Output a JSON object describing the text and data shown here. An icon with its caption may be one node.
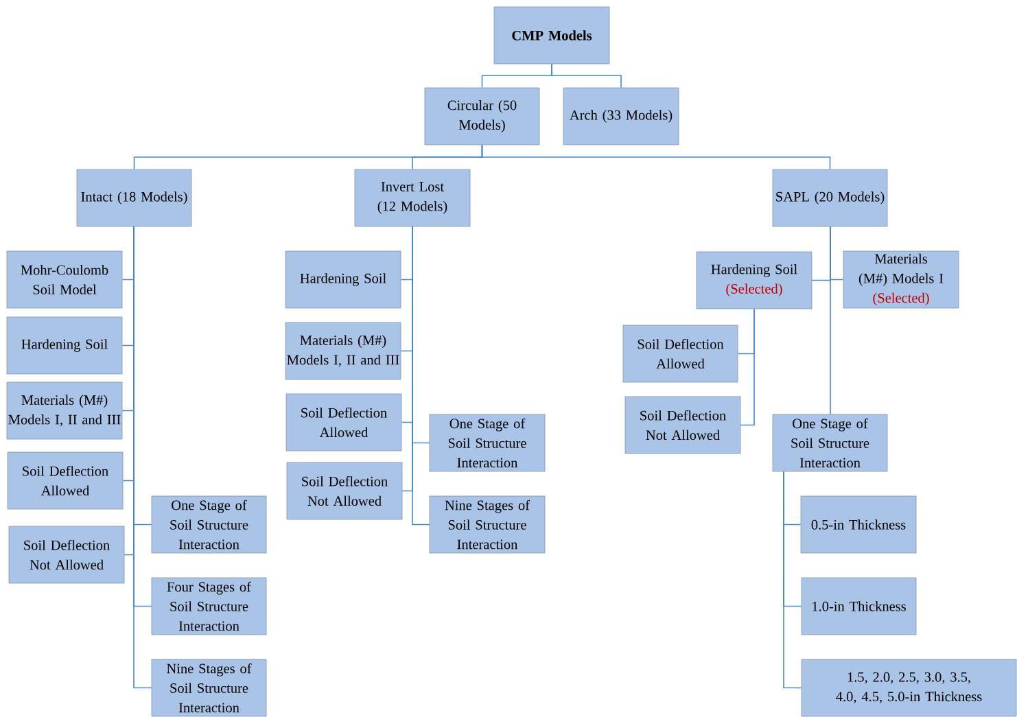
{
  "diagram": {
    "nodes": [
      {
        "text": [
          "CMP Models"
        ]
      },
      {
        "text": [
          "Circular (50 Models)"
        ]
      },
      {
        "text": [
          "Arch (33 Models)"
        ]
      },
      {
        "text": [
          "Intact (18 Models)"
        ]
      },
      {
        "text": [
          "Invert Lost (12 Models)"
        ]
      },
      {
        "text": [
          "SAPL (20 Models)"
        ]
      },
      {
        "text": [
          "Mohr-Coulomb Soil Model"
        ]
      },
      {
        "text": [
          "Hardening Soil"
        ]
      },
      {
        "text": [
          "Materials (M#) Models I, II and III"
        ]
      },
      {
        "text": [
          "Soil Deflection Allowed"
        ]
      },
      {
        "text": [
          "Soil Deflection Not Allowed"
        ]
      },
      {
        "text": [
          "One Stage of Soil Structure Interaction"
        ]
      },
      {
        "text": [
          "Four Stages of Soil Structure Interaction"
        ]
      },
      {
        "text": [
          "Nine Stages of Soil Structure Interaction"
        ]
      },
      {
        "text": [
          "Hardening Soil"
        ]
      },
      {
        "text": [
          "Materials (M#) Models I, II and III"
        ]
      },
      {
        "text": [
          "Soil Deflection Allowed"
        ]
      },
      {
        "text": [
          "Soil Deflection Not Allowed"
        ]
      },
      {
        "text": [
          "One Stage of Soil Structure Interaction"
        ]
      },
      {
        "text": [
          "Nine Stages of Soil Structure Interaction"
        ]
      },
      {
        "text": [
          "Hardening Soil",
          "(Selected)"
        ]
      },
      {
        "text": [
          "Materials (M#) Models I",
          "(Selected)"
        ]
      },
      {
        "text": [
          "Soil Deflection Allowed"
        ]
      },
      {
        "text": [
          "Soil Deflection Not Allowed"
        ]
      },
      {
        "text": [
          "One Stage of Soil Structure Interaction"
        ]
      },
      {
        "text": [
          "0.5-in Thickness"
        ]
      },
      {
        "text": [
          "1.0-in Thickness"
        ]
      },
      {
        "text": [
          "1.5, 2.0, 2.5, 3.0, 3.5, 4.0, 4.5, 5.0-in Thickness"
        ]
      }
    ],
    "edges": [
      {
        "from": 0,
        "to": 1,
        "arrow": "none"
      },
      {
        "from": 0,
        "to": 2,
        "arrow": "none"
      },
      {
        "from": 1,
        "to": 3,
        "arrow": "none"
      },
      {
        "from": 1,
        "to": 4,
        "arrow": "none"
      },
      {
        "from": 1,
        "to": 5,
        "arrow": "none"
      },
      {
        "from": 3,
        "to": 6,
        "arrow": "none"
      },
      {
        "from": 3,
        "to": 7,
        "arrow": "none"
      },
      {
        "from": 3,
        "to": 8,
        "arrow": "none"
      },
      {
        "from": 3,
        "to": 9,
        "arrow": "none"
      },
      {
        "from": 3,
        "to": 10,
        "arrow": "none"
      },
      {
        "from": 3,
        "to": 11,
        "arrow": "none"
      },
      {
        "from": 3,
        "to": 12,
        "arrow": "none"
      },
      {
        "from": 3,
        "to": 13,
        "arrow": "none"
      },
      {
        "from": 4,
        "to": 14,
        "arrow": "none"
      },
      {
        "from": 4,
        "to": 15,
        "arrow": "none"
      },
      {
        "from": 4,
        "to": 16,
        "arrow": "none"
      },
      {
        "from": 4,
        "to": 17,
        "arrow": "none"
      },
      {
        "from": 4,
        "to": 18,
        "arrow": "none"
      },
      {
        "from": 4,
        "to": 19,
        "arrow": "none"
      },
      {
        "from": 5,
        "to": 20,
        "arrow": "none"
      },
      {
        "from": 5,
        "to": 21,
        "arrow": "none"
      },
      {
        "from": 5,
        "to": 24,
        "arrow": "none"
      },
      {
        "from": 20,
        "to": 22,
        "arrow": "none"
      },
      {
        "from": 20,
        "to": 23,
        "arrow": "none"
      },
      {
        "from": 24,
        "to": 25,
        "arrow": "none"
      },
      {
        "from": 24,
        "to": 26,
        "arrow": "none"
      },
      {
        "from": 24,
        "to": 27,
        "arrow": "none"
      }
    ]
  }
}
